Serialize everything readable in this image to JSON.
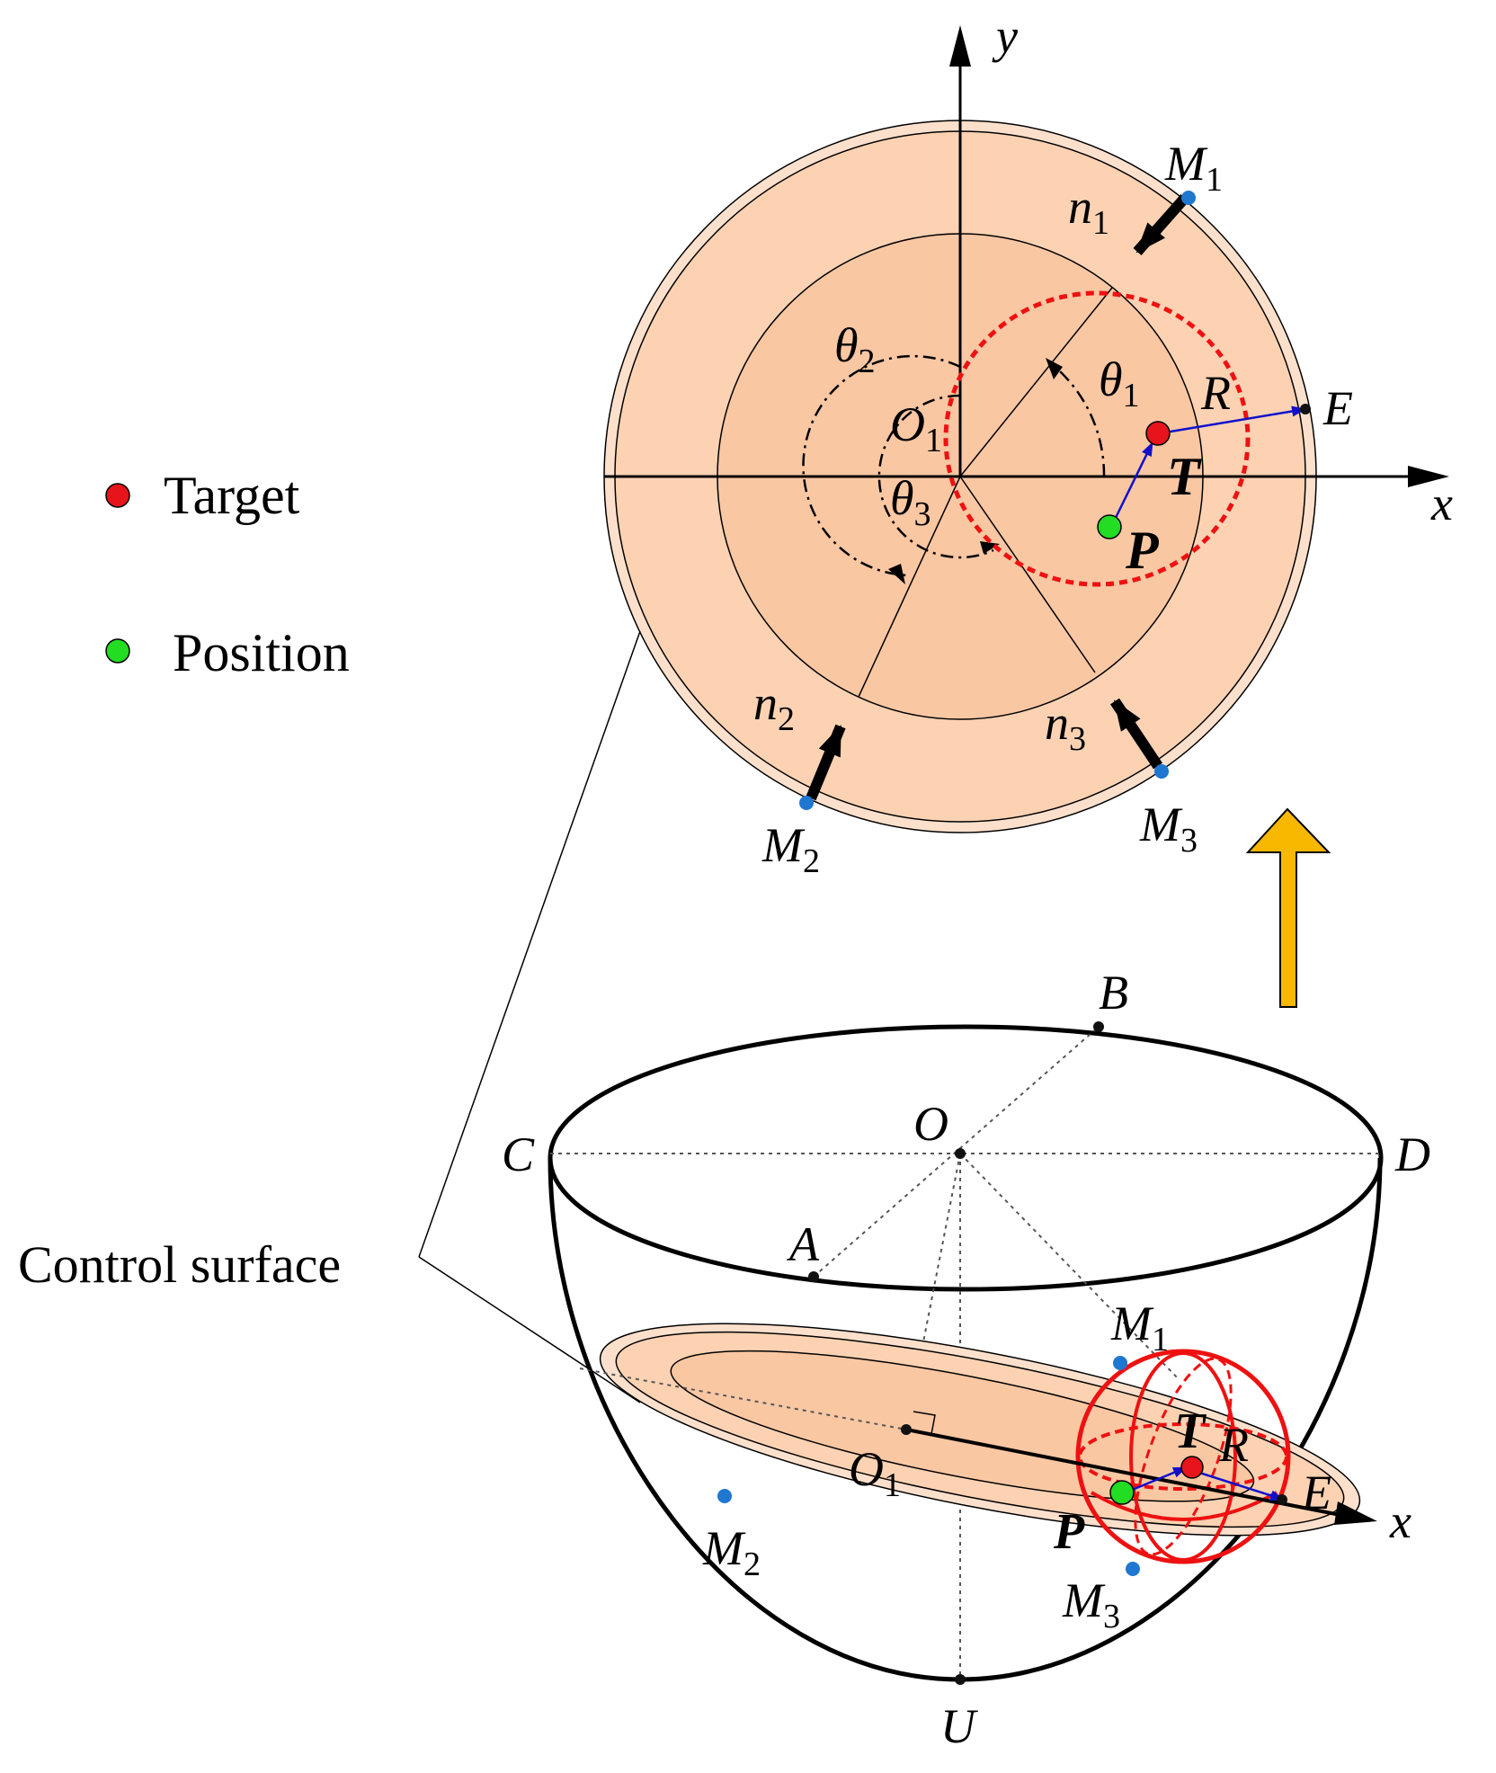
{
  "top_view": {
    "axis_x": "x",
    "axis_y": "y",
    "center": "O",
    "center_sub": "1",
    "theta1": "θ",
    "theta1_sub": "1",
    "theta2": "θ",
    "theta2_sub": "2",
    "theta3": "θ",
    "theta3_sub": "3",
    "radius": "R",
    "edge_point": "E",
    "target": "T",
    "position": "P",
    "normals": [
      {
        "label": "n",
        "sub": "1"
      },
      {
        "label": "n",
        "sub": "2"
      },
      {
        "label": "n",
        "sub": "3"
      }
    ],
    "markers": [
      {
        "label": "M",
        "sub": "1"
      },
      {
        "label": "M",
        "sub": "2"
      },
      {
        "label": "M",
        "sub": "3"
      }
    ]
  },
  "legend": {
    "target_label": "Target",
    "position_label": "Position",
    "target_color": "#e8141b",
    "position_color": "#22dd22"
  },
  "bowl_view": {
    "rim_points": {
      "A": "A",
      "B": "B",
      "C": "C",
      "D": "D"
    },
    "center": "O",
    "bottom": "U",
    "plate_center": "O",
    "plate_center_sub": "1",
    "axis_x": "x",
    "edge_point": "E",
    "radius": "R",
    "target": "T",
    "position": "P",
    "markers": [
      {
        "label": "M",
        "sub": "1"
      },
      {
        "label": "M",
        "sub": "2"
      },
      {
        "label": "M",
        "sub": "3"
      }
    ]
  },
  "control_surface_label": "Control surface",
  "colors": {
    "outer_ring": "#fde0cc",
    "inner_disk": "#fac7a3",
    "arrow_up": "#f9b800",
    "marker_dot": "#1f77d0",
    "sphere_red": "#ee1111",
    "vector_blue": "#1010cc"
  }
}
